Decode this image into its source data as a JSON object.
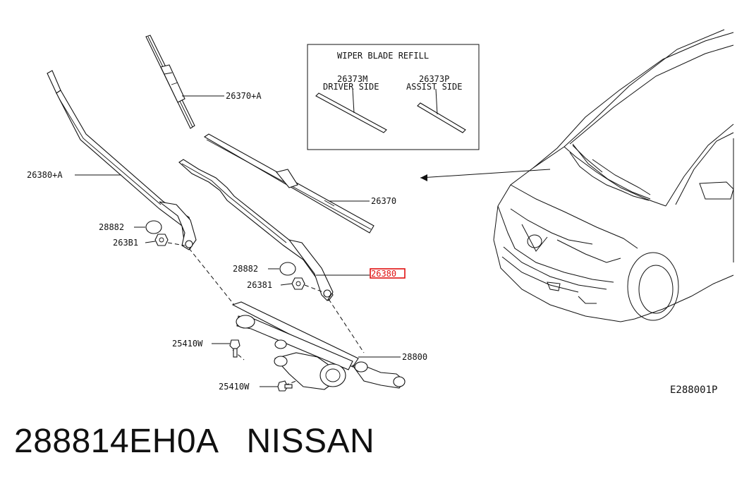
{
  "refill_box": {
    "title": "WIPER BLADE REFILL",
    "driver_part": "26373M",
    "driver_label": "DRIVER SIDE",
    "assist_part": "26373P",
    "assist_label": "ASSIST SIDE"
  },
  "labels": {
    "blade_a": "26370+A",
    "arm_a": "26380+A",
    "cap_left": "28882",
    "nut_left": "263B1",
    "blade": "26370",
    "cap_right": "28882",
    "nut_right": "26381",
    "arm_highlight": "26380",
    "bolt_upper": "25410W",
    "linkage": "28800",
    "bolt_lower": "25410W"
  },
  "diagram_code": "E288001P",
  "caption": {
    "part_number": "288814EH0A",
    "brand": "NISSAN"
  },
  "colors": {
    "highlight": "#e01010",
    "ink": "#111111"
  }
}
